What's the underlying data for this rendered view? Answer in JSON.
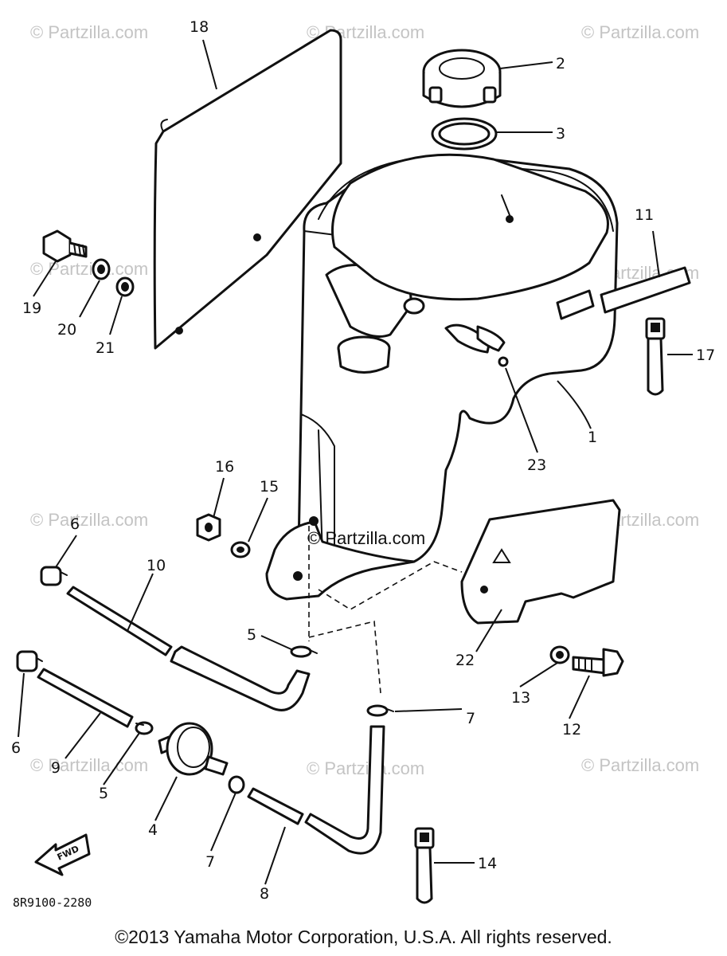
{
  "diagram": {
    "part_code": "8R9100-2280",
    "fwd_label": "FWD",
    "center_watermark": "© Partzilla.com",
    "watermark_text": "© Partzilla.com",
    "callouts": {
      "c1": "1",
      "c2": "2",
      "c3": "3",
      "c4": "4",
      "c5a": "5",
      "c5b": "5",
      "c6a": "6",
      "c6b": "6",
      "c7a": "7",
      "c7b": "7",
      "c8": "8",
      "c9": "9",
      "c10": "10",
      "c11": "11",
      "c12": "12",
      "c13": "13",
      "c14": "14",
      "c15": "15",
      "c16": "16",
      "c17": "17",
      "c18": "18",
      "c19": "19",
      "c20": "20",
      "c21": "21",
      "c22": "22",
      "c23": "23"
    }
  },
  "copyright": "©2013 Yamaha Motor Corporation, U.S.A. All rights reserved."
}
